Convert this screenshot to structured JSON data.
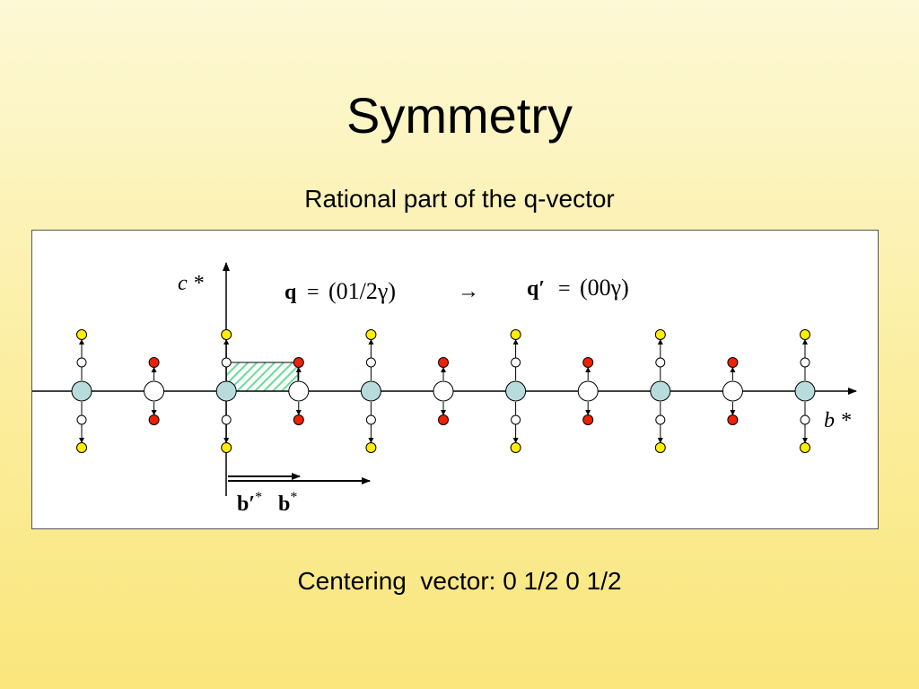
{
  "slide": {
    "title": "Symmetry",
    "subtitle": "Rational part of the q-vector",
    "footer": "Centering  vector: 0 1/2 0 1/2"
  },
  "diagram": {
    "axis_vertical_label": "c *",
    "axis_horizontal_label": "b *",
    "formula_q_symbol": "q",
    "formula_q_equals": "=",
    "formula_q_value": "(01/2γ)",
    "formula_arrow": "→",
    "formula_qprime_symbol": "q′",
    "formula_qprime_equals": "=",
    "formula_qprime_value": "(00γ)",
    "vector_bprime_label": "b′",
    "vector_bprime_sup": "*",
    "vector_b_label": "b",
    "vector_b_sup": "*"
  },
  "colors": {
    "main_node": "#b8dcdc",
    "half_node": "#ffffff",
    "satellite_yellow": "#ffee00",
    "satellite_red": "#ee2200",
    "hatch": "#66dd99",
    "line": "#000000"
  }
}
